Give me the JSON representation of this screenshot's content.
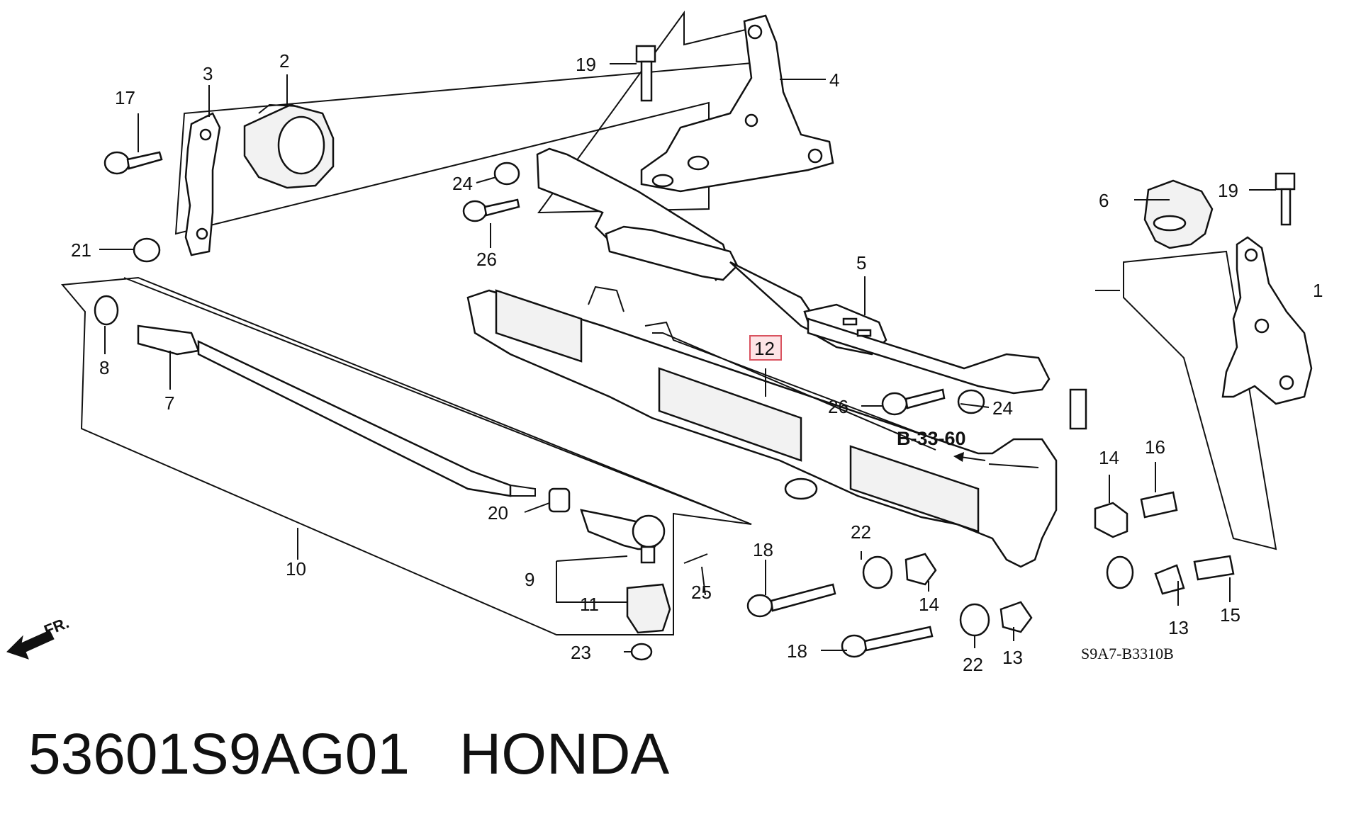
{
  "part_number": "53601S9AG01",
  "brand": "HONDA",
  "diagram_code": "S9A7-B3310B",
  "reference": "B-33-60",
  "front_marker": "FR.",
  "highlighted_part": "12",
  "callouts": {
    "c1": "1",
    "c2": "2",
    "c3": "3",
    "c4": "4",
    "c5": "5",
    "c6": "6",
    "c7": "7",
    "c8": "8",
    "c9": "9",
    "c10": "10",
    "c11": "11",
    "c12": "12",
    "c13a": "13",
    "c13b": "13",
    "c14a": "14",
    "c14b": "14",
    "c15": "15",
    "c16": "16",
    "c17": "17",
    "c18a": "18",
    "c18b": "18",
    "c19a": "19",
    "c19b": "19",
    "c20": "20",
    "c21": "21",
    "c22a": "22",
    "c22b": "22",
    "c23": "23",
    "c24a": "24",
    "c24b": "24",
    "c25": "25",
    "c26a": "26",
    "c26b": "26"
  }
}
